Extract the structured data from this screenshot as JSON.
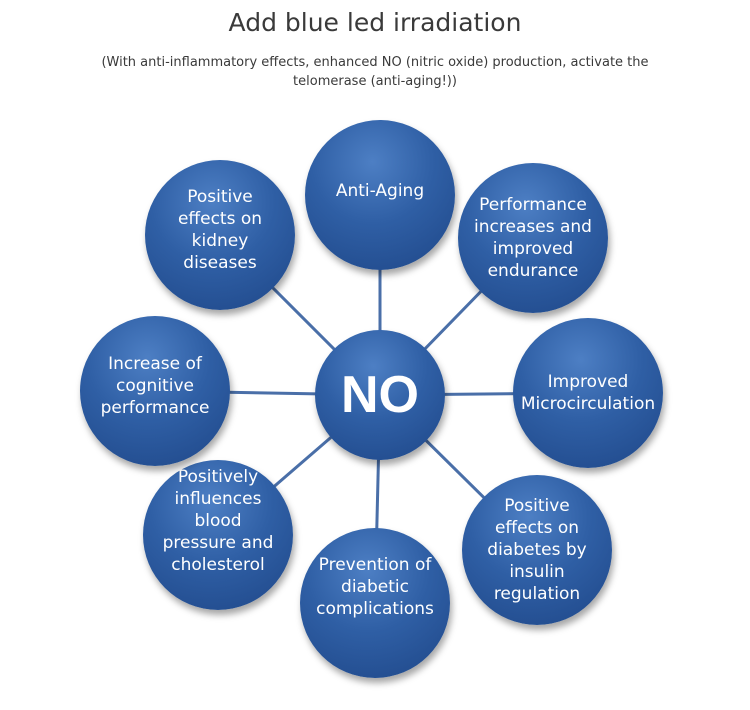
{
  "header": {
    "title": "Add blue led irradiation",
    "subtitle": "(With anti-inflammatory effects, enhanced NO (nitric oxide) production, activate the telomerase (anti-aging!))"
  },
  "center": {
    "label": "NO"
  },
  "nodes": [
    {
      "id": "anti-aging",
      "label": "Anti-Aging"
    },
    {
      "id": "performance",
      "label": "Performance increases and improved endurance"
    },
    {
      "id": "microcirculation",
      "label": "Improved Microcirculation"
    },
    {
      "id": "diabetes",
      "label": "Positive effects on diabetes by insulin regulation"
    },
    {
      "id": "diabetic-complications",
      "label": "Prevention of diabetic complications"
    },
    {
      "id": "blood-pressure",
      "label": "Positively influences blood pressure and cholesterol"
    },
    {
      "id": "cognitive",
      "label": "Increase of cognitive performance"
    },
    {
      "id": "kidney",
      "label": "Positive effects on kidney diseases"
    }
  ],
  "colors": {
    "node_fill": "#2f5fa5",
    "connector": "#4a6fa8",
    "text": "#ffffff"
  }
}
